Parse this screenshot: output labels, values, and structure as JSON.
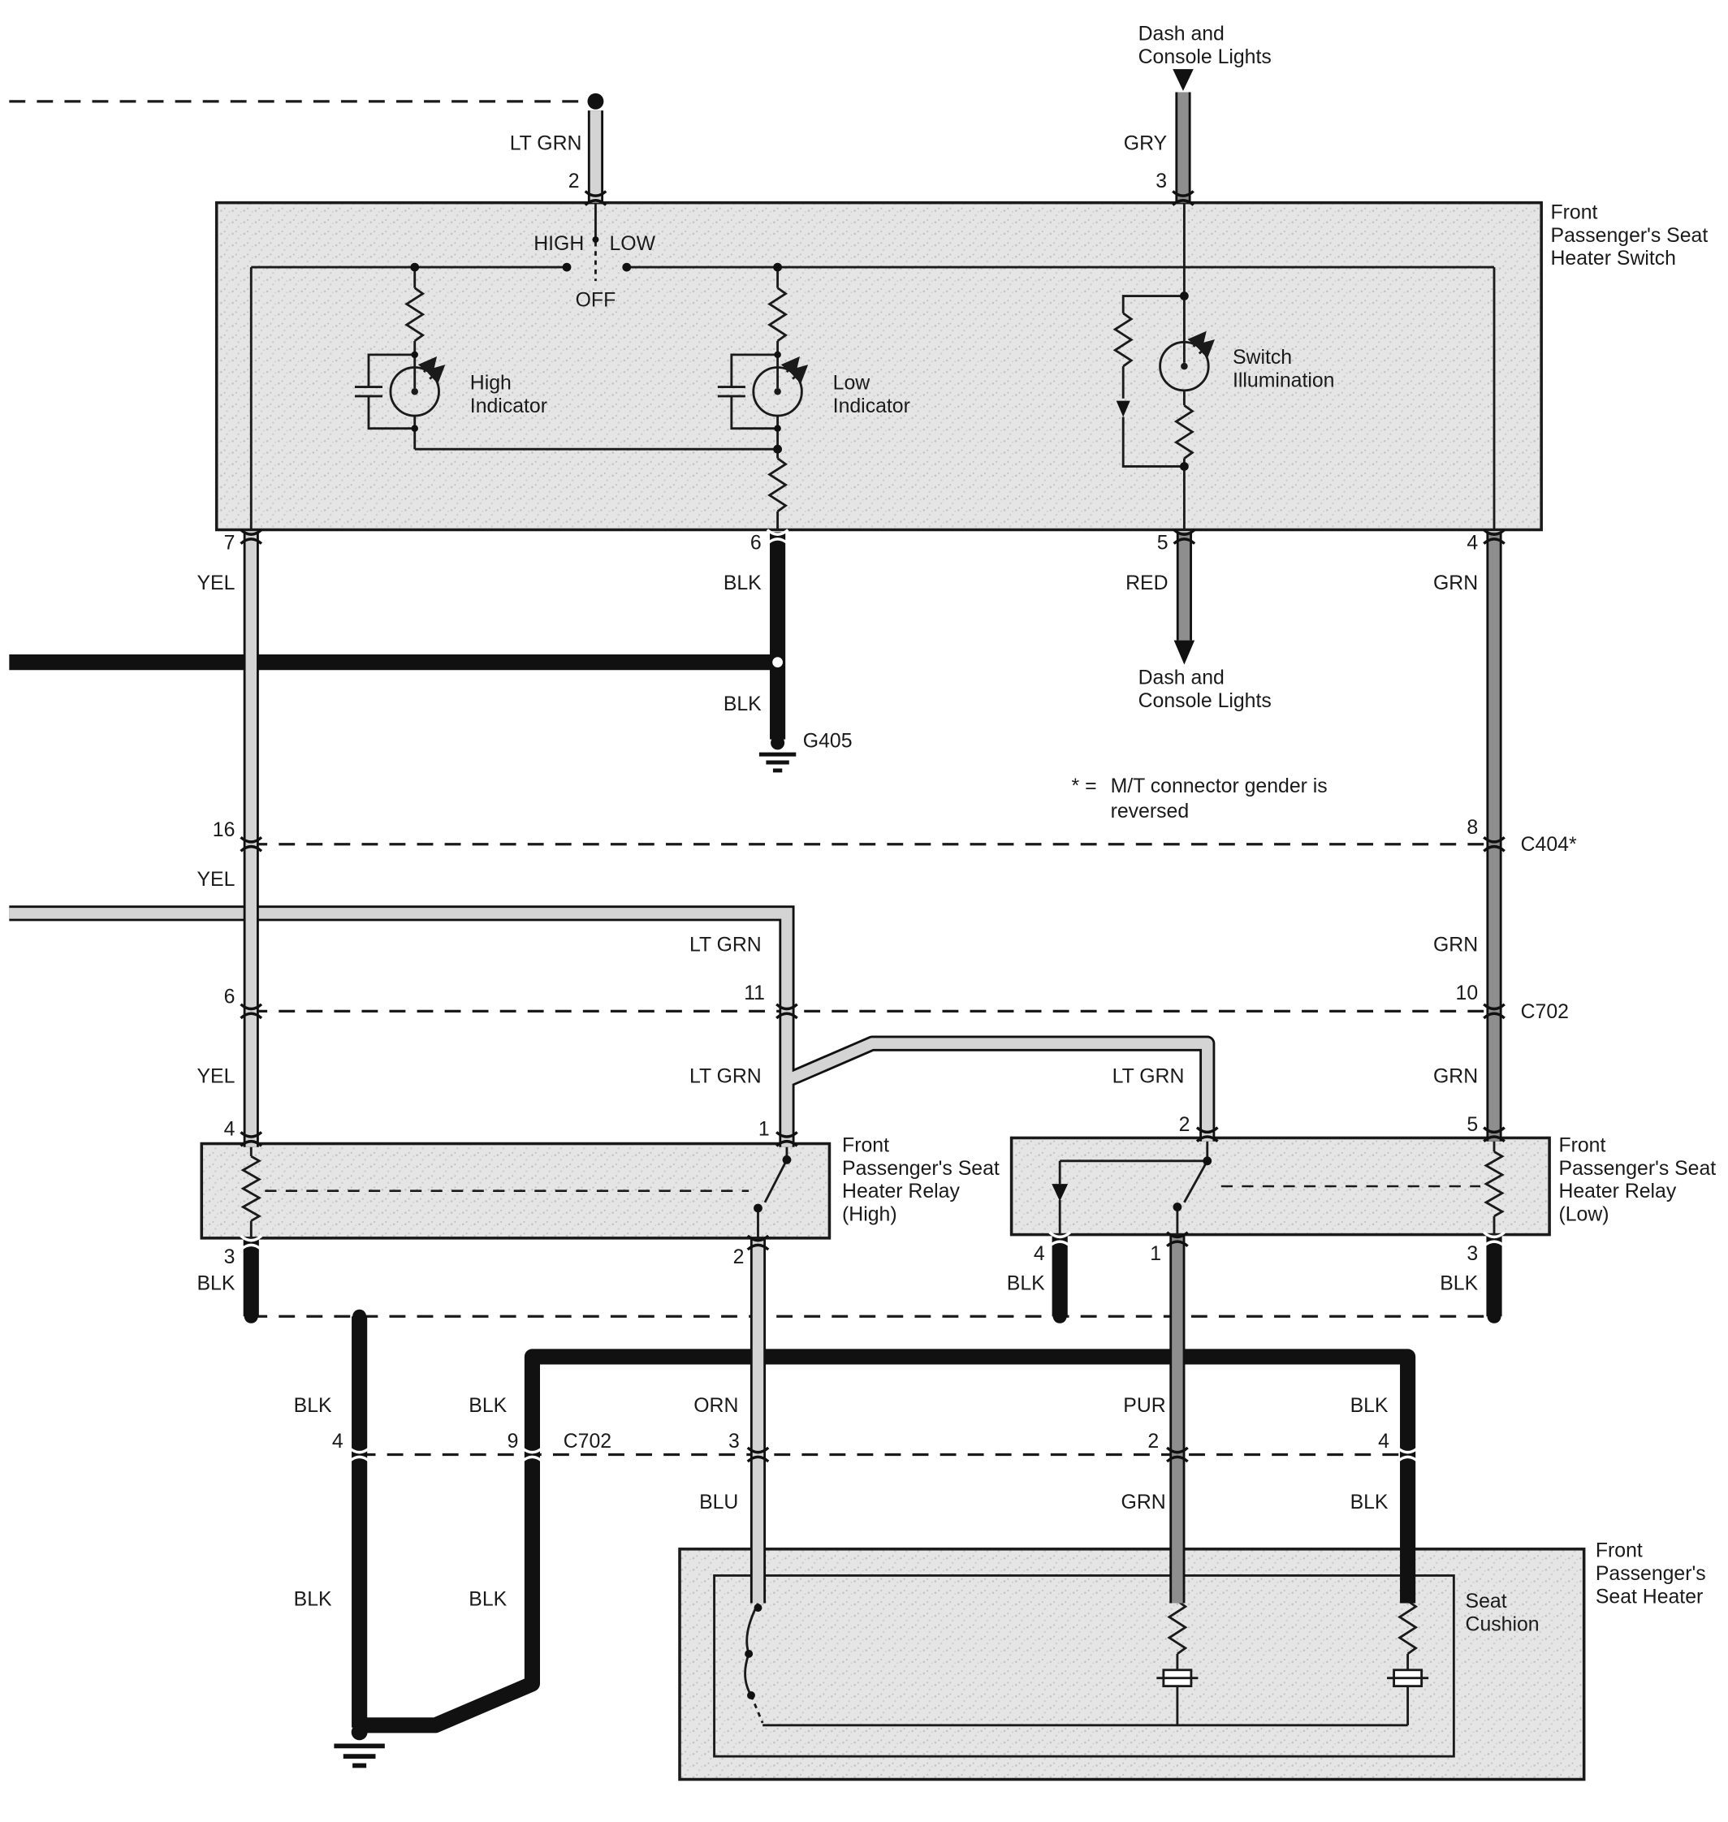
{
  "palette": {
    "line": "#1a1a1a",
    "box_fill": "#e6e6e6",
    "wire_light": "#d4d4d4",
    "wire_dark": "#8e8e8e",
    "wire_black": "#111111"
  },
  "top": {
    "lt_grn": "LT GRN",
    "pin_2": "2",
    "dash_console": [
      "Dash and",
      "Console Lights"
    ],
    "gry": "GRY",
    "pin_3": "3"
  },
  "heater_switch": {
    "title": [
      "Front",
      "Passenger's Seat",
      "Heater Switch"
    ],
    "pos_high": "HIGH",
    "pos_low": "LOW",
    "pos_off": "OFF",
    "high_indicator": [
      "High",
      "Indicator"
    ],
    "low_indicator": [
      "Low",
      "Indicator"
    ],
    "illumination": [
      "Switch",
      "Illumination"
    ],
    "pin_7": "7",
    "pin_6": "6",
    "pin_5": "5",
    "pin_4": "4",
    "wire_yel": "YEL",
    "wire_blk": "BLK",
    "wire_red": "RED",
    "wire_grn": "GRN"
  },
  "ground_path": {
    "wire_blk": "BLK",
    "g405": "G405"
  },
  "dash_console_bottom": [
    "Dash and",
    "Console Lights"
  ],
  "note": {
    "prefix": "* =",
    "line1": "M/T connector gender is",
    "line2": "reversed"
  },
  "connector_c404": {
    "pin_left": "16",
    "pin_right": "8",
    "name": "C404*",
    "wire_below_left": "YEL"
  },
  "mid_wires": {
    "lt_grn": "LT GRN",
    "grn": "GRN"
  },
  "connector_c702_upper": {
    "pin_left": "6",
    "pin_mid": "11",
    "pin_right": "10",
    "name": "C702",
    "wires_below": [
      "YEL",
      "LT GRN",
      "LT GRN",
      "GRN"
    ]
  },
  "relay_high": {
    "title": [
      "Front",
      "Passenger's Seat",
      "Heater Relay",
      "(High)"
    ],
    "pin_top_left": "4",
    "pin_top_right": "1",
    "pin_bottom_left": "3",
    "pin_bottom_right": "2",
    "wire_ground": "BLK"
  },
  "relay_low": {
    "title": [
      "Front",
      "Passenger's Seat",
      "Heater Relay",
      "(Low)"
    ],
    "pin_top_left": "2",
    "pin_top_right": "5",
    "pin_bottom_left": "4",
    "pin_bottom_mid": "1",
    "pin_bottom_right": "3",
    "wire_ground_left": "BLK",
    "wire_ground_right": "BLK"
  },
  "harness_lower": {
    "wires_above": [
      "BLK",
      "BLK",
      "ORN",
      "PUR",
      "BLK"
    ],
    "connector": {
      "pin_1": "4",
      "pin_2": "9",
      "name": "C702",
      "pin_3": "3",
      "pin_4": "2",
      "pin_5": "4"
    },
    "wires_below": [
      "BLK",
      "BLK",
      "BLU",
      "GRN",
      "BLK"
    ]
  },
  "seat_heater": {
    "title": [
      "Front",
      "Passenger's",
      "Seat Heater"
    ],
    "cushion": [
      "Seat",
      "Cushion"
    ]
  }
}
